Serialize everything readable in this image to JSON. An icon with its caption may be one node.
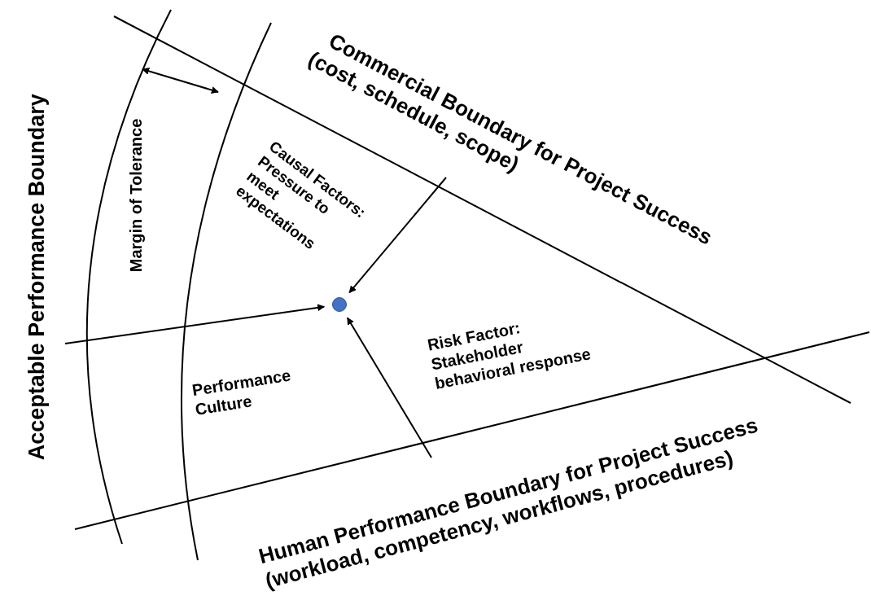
{
  "diagram": {
    "nodes": [
      {
        "text": [
          "Acceptable Performance Boundary"
        ]
      },
      {
        "text": [
          "Commercial Boundary for Project Success",
          "(cost, schedule, scope)"
        ]
      },
      {
        "text": [],
        "shape": "circle"
      },
      {
        "text": [
          "Human Performance Boundary for Project Success",
          "(workload, competency, workflows, procedures)"
        ]
      }
    ],
    "edges": [
      {
        "from": 0,
        "to": 2,
        "arrow": "to"
      },
      {
        "from": 1,
        "to": 2,
        "arrow": "to"
      },
      {
        "from": 3,
        "to": 2,
        "arrow": "to"
      }
    ],
    "labels": [
      "Margin of Tolerance",
      "Causal Factors: Pressure to meet expectations",
      "Performance Culture",
      "Risk Factor: Stakeholder behavioral response"
    ]
  }
}
